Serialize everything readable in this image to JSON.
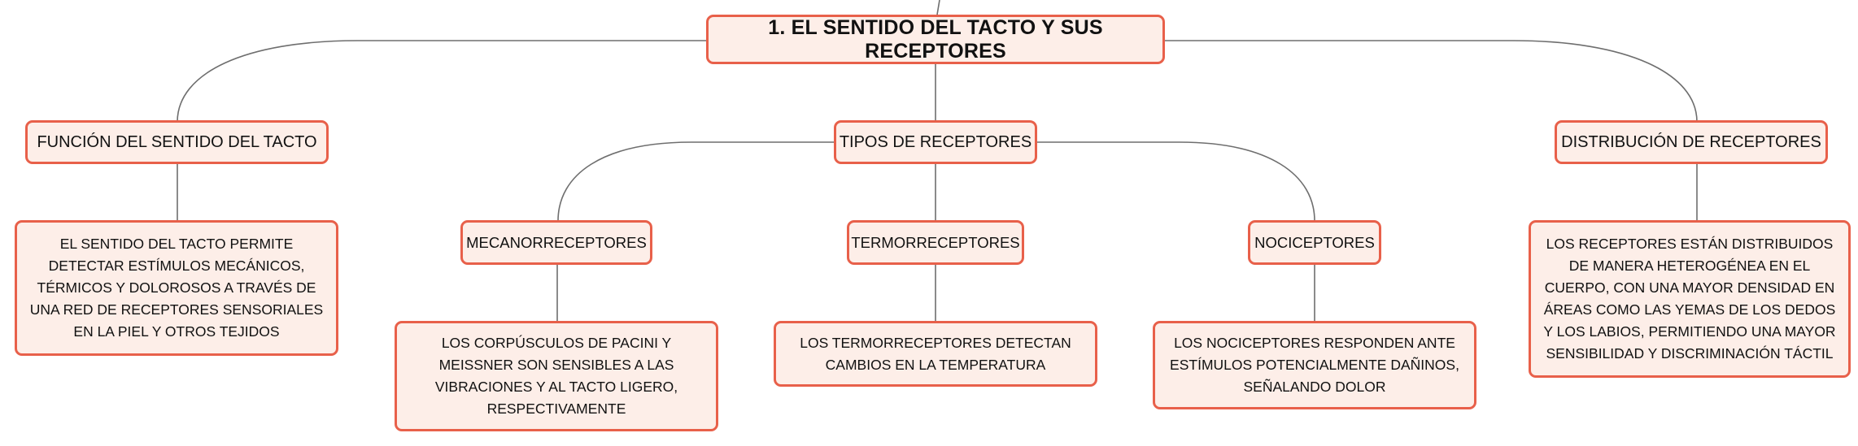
{
  "colors": {
    "node_border": "#e8604a",
    "node_fill": "#fdeee8",
    "connector": "#6e6e6e",
    "text": "#111111"
  },
  "root": {
    "label": "1. EL SENTIDO DEL TACTO Y SUS RECEPTORES"
  },
  "branches": {
    "funcion": {
      "label": "FUNCIÓN DEL SENTIDO DEL TACTO",
      "detail": "EL SENTIDO DEL TACTO PERMITE DETECTAR ESTÍMULOS MECÁNICOS, TÉRMICOS Y DOLOROSOS A TRAVÉS DE UNA RED DE RECEPTORES SENSORIALES EN LA PIEL Y OTROS TEJIDOS"
    },
    "tipos": {
      "label": "TIPOS DE RECEPTORES",
      "mecano": {
        "label": "MECANORRECEPTORES",
        "detail": "LOS CORPÚSCULOS DE PACINI Y MEISSNER SON SENSIBLES A LAS VIBRACIONES Y AL TACTO LIGERO, RESPECTIVAMENTE"
      },
      "termo": {
        "label": "TERMORRECEPTORES",
        "detail": "LOS TERMORRECEPTORES DETECTAN CAMBIOS EN LA TEMPERATURA"
      },
      "noci": {
        "label": "NOCICEPTORES",
        "detail": "LOS NOCICEPTORES RESPONDEN ANTE ESTÍMULOS POTENCIALMENTE DAÑINOS, SEÑALANDO DOLOR"
      }
    },
    "distribucion": {
      "label": "DISTRIBUCIÓN DE RECEPTORES",
      "detail": "LOS RECEPTORES ESTÁN DISTRIBUIDOS DE MANERA HETEROGÉNEA EN EL CUERPO, CON UNA MAYOR DENSIDAD EN ÁREAS COMO LAS YEMAS DE LOS DEDOS Y LOS LABIOS, PERMITIENDO UNA MAYOR SENSIBILIDAD Y DISCRIMINACIÓN TÁCTIL"
    }
  }
}
